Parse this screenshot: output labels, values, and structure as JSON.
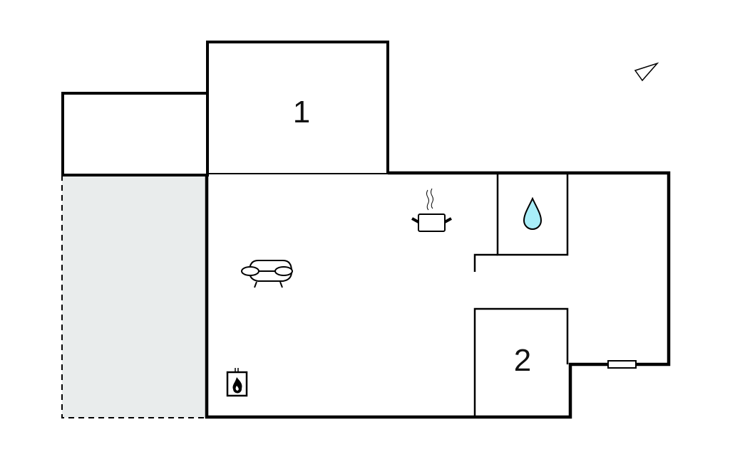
{
  "floorplan": {
    "rooms": [
      {
        "label": "1",
        "type": "bedroom"
      },
      {
        "label": "2",
        "type": "bedroom"
      }
    ],
    "icons": [
      "compass-icon",
      "kitchen-pot-icon",
      "water-drop-icon",
      "sofa-icon",
      "fireplace-icon",
      "window-icon"
    ],
    "colors": {
      "wall": "#000000",
      "terrace": "#e9ecec",
      "water": "#a8eef8"
    }
  }
}
